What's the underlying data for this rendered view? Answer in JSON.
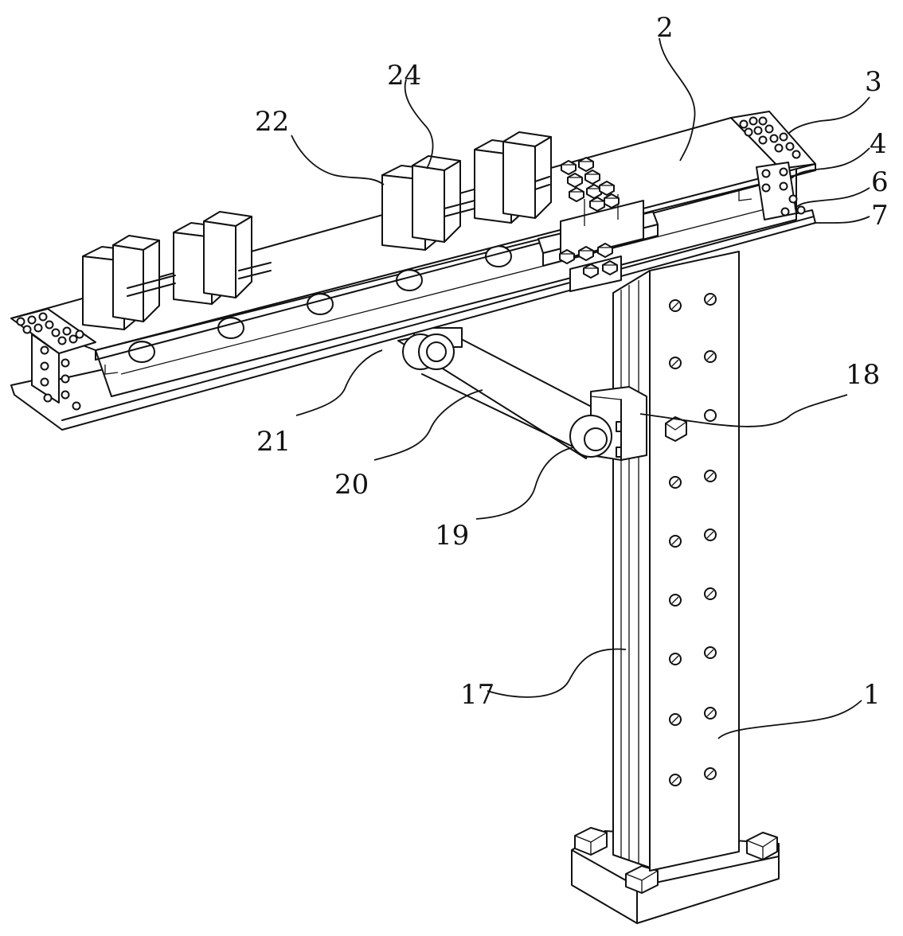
{
  "figure": {
    "labels": {
      "l1": "1",
      "l2": "2",
      "l3": "3",
      "l4": "4",
      "l6": "6",
      "l7": "7",
      "l17": "17",
      "l18": "18",
      "l19": "19",
      "l20": "20",
      "l21": "21",
      "l22": "22",
      "l24": "24"
    }
  }
}
